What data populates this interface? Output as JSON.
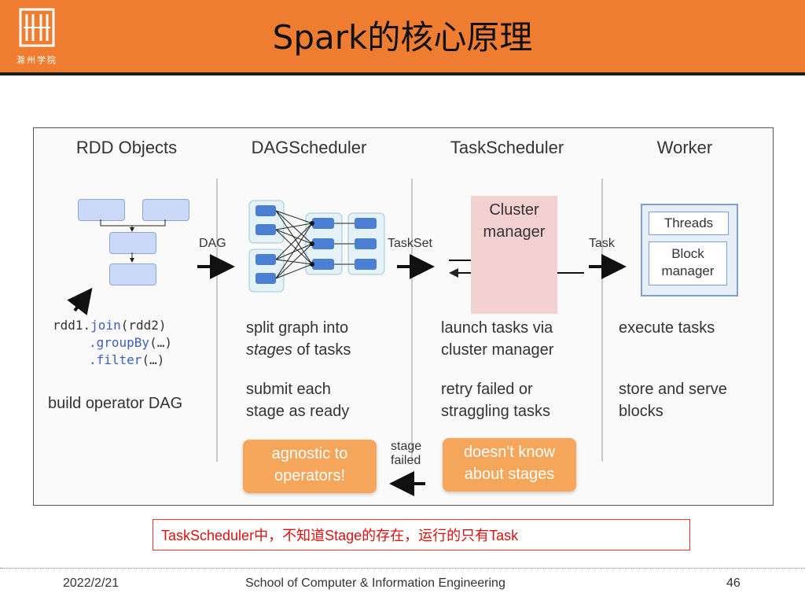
{
  "header": {
    "title": "Spark的核心原理",
    "logo_text": "滁州学院"
  },
  "diagram": {
    "columns": {
      "rdd": "RDD Objects",
      "dag": "DAGScheduler",
      "task": "TaskScheduler",
      "worker": "Worker"
    },
    "rdd": {
      "code_var": "rdd1.",
      "code_join": "join",
      "code_join_arg": "(rdd2)",
      "code_groupby": ".groupBy",
      "code_groupby_arg": "(…)",
      "code_filter": ".filter",
      "code_filter_arg": "(…)",
      "desc": "build operator DAG"
    },
    "arrows": {
      "dag": "DAG",
      "taskset": "TaskSet",
      "task": "Task",
      "stage_failed_1": "stage",
      "stage_failed_2": "failed"
    },
    "dag": {
      "desc1_line1": "split graph into",
      "desc1_line2_em": "stages",
      "desc1_line2_rest": " of tasks",
      "desc2_line1": "submit each",
      "desc2_line2": "stage as ready",
      "badge_line1": "agnostic to",
      "badge_line2": "operators!"
    },
    "task": {
      "cluster_line1": "Cluster",
      "cluster_line2": "manager",
      "desc1_line1": "launch tasks via",
      "desc1_line2": "cluster manager",
      "desc2_line1": "retry failed or",
      "desc2_line2": "straggling tasks",
      "badge_line1": "doesn't know",
      "badge_line2": "about stages"
    },
    "worker": {
      "threads": "Threads",
      "block_line1": "Block",
      "block_line2": "manager",
      "desc1": "execute tasks",
      "desc2_line1": "store and serve",
      "desc2_line2": "blocks"
    }
  },
  "note": "TaskScheduler中，不知道Stage的存在，运行的只有Task",
  "footer": {
    "date": "2022/2/21",
    "school": "School of Computer & Information Engineering",
    "page": "46"
  }
}
